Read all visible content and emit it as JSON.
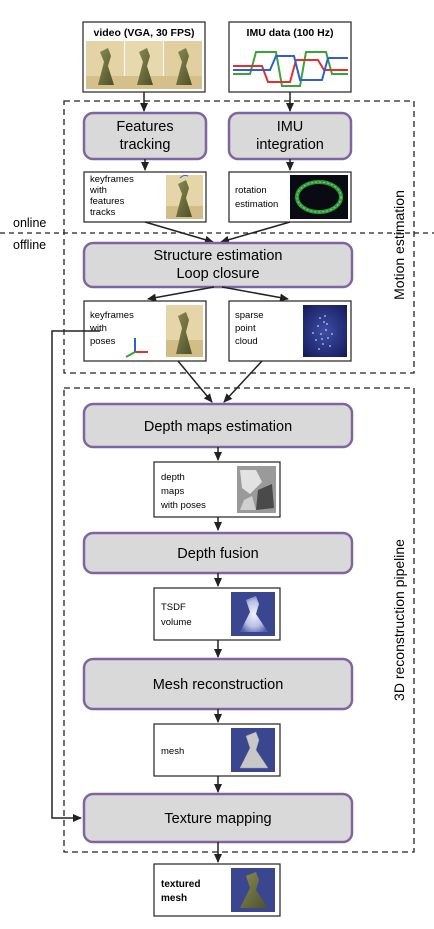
{
  "inputs": {
    "video": {
      "title": "video (VGA, 30 FPS)"
    },
    "imu": {
      "title": "IMU data (100 Hz)"
    }
  },
  "sections": {
    "motion": "Motion estimation",
    "reconstruction": "3D reconstruction pipeline",
    "online": "online",
    "offline": "offline"
  },
  "processes": {
    "features": [
      "Features",
      "tracking"
    ],
    "imu": [
      "IMU",
      "integration"
    ],
    "structure": [
      "Structure estimation",
      "Loop closure"
    ],
    "depth_maps": "Depth maps estimation",
    "depth_fusion": "Depth fusion",
    "mesh_recon": "Mesh reconstruction",
    "texture": "Texture mapping"
  },
  "outputs": {
    "keyframes_tracks": [
      "keyframes",
      "with",
      "features",
      "tracks"
    ],
    "rotation": [
      "rotation",
      "estimation"
    ],
    "keyframes_poses": [
      "keyframes",
      "with",
      "poses"
    ],
    "sparse_cloud": [
      "sparse",
      "point",
      "cloud"
    ],
    "depth_maps": [
      "depth",
      "maps",
      "with poses"
    ],
    "tsdf": [
      "TSDF",
      "volume"
    ],
    "mesh": [
      "mesh"
    ],
    "textured_mesh": [
      "textured",
      "mesh"
    ]
  },
  "colors": {
    "process_fill": "#d9d9d9",
    "process_border": "#8064a2",
    "imu_x": "#3aa33a",
    "imu_y": "#e03030",
    "imu_z": "#2f5fd0"
  }
}
